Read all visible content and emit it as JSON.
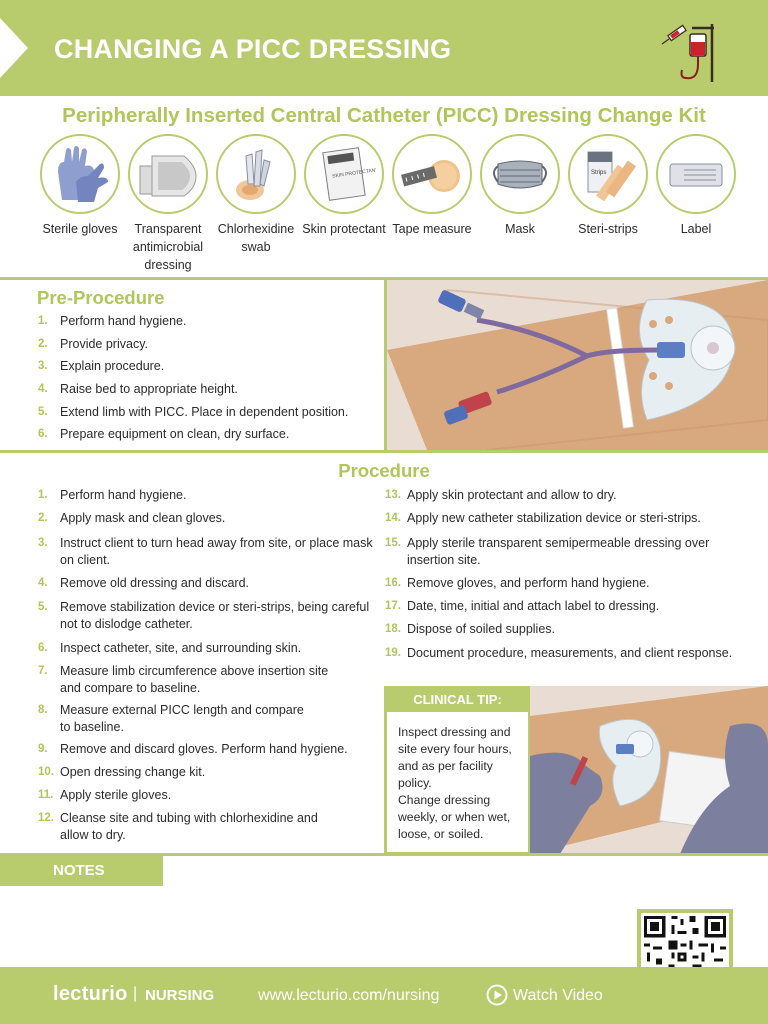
{
  "header": {
    "title": "CHANGING A PICC DRESSING"
  },
  "kit": {
    "title": "Peripherally Inserted Central Catheter (PICC) Dressing Change Kit",
    "items": [
      {
        "label": "Sterile gloves",
        "icon": "gloves-icon"
      },
      {
        "label": "Transparent antimicrobial dressing",
        "icon": "dressing-icon"
      },
      {
        "label": "Chlorhexidine swab",
        "icon": "swab-icon"
      },
      {
        "label": "Skin protectant",
        "icon": "skin-protectant-icon"
      },
      {
        "label": "Tape measure",
        "icon": "tape-measure-icon"
      },
      {
        "label": "Mask",
        "icon": "mask-icon"
      },
      {
        "label": "Steri-strips",
        "icon": "steri-strips-icon"
      },
      {
        "label": "Label",
        "icon": "label-icon"
      }
    ],
    "protectant_box_text": "SKIN PROTECTANT",
    "strips_box_text": "Strips"
  },
  "pre_procedure": {
    "title": "Pre-Procedure",
    "steps": [
      {
        "n": "1.",
        "text": "Perform hand hygiene."
      },
      {
        "n": "2.",
        "text": "Provide privacy."
      },
      {
        "n": "3.",
        "text": "Explain procedure."
      },
      {
        "n": "4.",
        "text": "Raise bed to appropriate height."
      },
      {
        "n": "5.",
        "text": "Extend limb with PICC. Place in dependent position."
      },
      {
        "n": "6.",
        "text": "Prepare equipment on clean, dry surface."
      }
    ]
  },
  "procedure": {
    "title": "Procedure",
    "left_steps": [
      {
        "n": "1.",
        "text": "Perform hand hygiene."
      },
      {
        "n": "2.",
        "text": "Apply mask and clean gloves."
      },
      {
        "n": "3.",
        "text": "Instruct client to turn head away from site, or place mask on client."
      },
      {
        "n": "4.",
        "text": "Remove old dressing and discard."
      },
      {
        "n": "5.",
        "text": "Remove stabilization device or steri-strips, being careful not to dislodge catheter."
      },
      {
        "n": "6.",
        "text": "Inspect catheter, site, and surrounding skin."
      },
      {
        "n": "7.",
        "text": "Measure limb circumference above insertion site and compare to baseline."
      },
      {
        "n": "8.",
        "text": "Measure external PICC length and compare to baseline."
      },
      {
        "n": "9.",
        "text": "Remove and discard gloves. Perform hand hygiene."
      },
      {
        "n": "10.",
        "text": "Open dressing change kit."
      },
      {
        "n": "11.",
        "text": "Apply sterile gloves."
      },
      {
        "n": "12.",
        "text": "Cleanse site and tubing with chlorhexidine and allow to dry."
      }
    ],
    "right_steps": [
      {
        "n": "13.",
        "text": "Apply skin protectant and allow to dry."
      },
      {
        "n": "14.",
        "text": "Apply new catheter stabilization device or steri-strips."
      },
      {
        "n": "15.",
        "text": "Apply sterile transparent semipermeable dressing over insertion site."
      },
      {
        "n": "16.",
        "text": "Remove gloves, and perform hand hygiene."
      },
      {
        "n": "17.",
        "text": "Date, time, initial and attach label to dressing."
      },
      {
        "n": "18.",
        "text": "Dispose of soiled supplies."
      },
      {
        "n": "19.",
        "text": "Document procedure, measurements, and client response."
      }
    ]
  },
  "clinical_tip": {
    "heading": "CLINICAL TIP:",
    "text1": "Inspect dressing and site every four hours, and as per facility policy.",
    "text2": "Change dressing weekly, or when wet, loose, or soiled."
  },
  "notes": {
    "heading": "NOTES"
  },
  "footer": {
    "brand": "lecturio",
    "separator": "|",
    "section": "NURSING",
    "url": "www.lecturio.com/nursing",
    "watch": "Watch Video"
  },
  "colors": {
    "accent": "#b8cc6e",
    "accent_text": "#b0c55a",
    "text": "#2b2b2b"
  }
}
